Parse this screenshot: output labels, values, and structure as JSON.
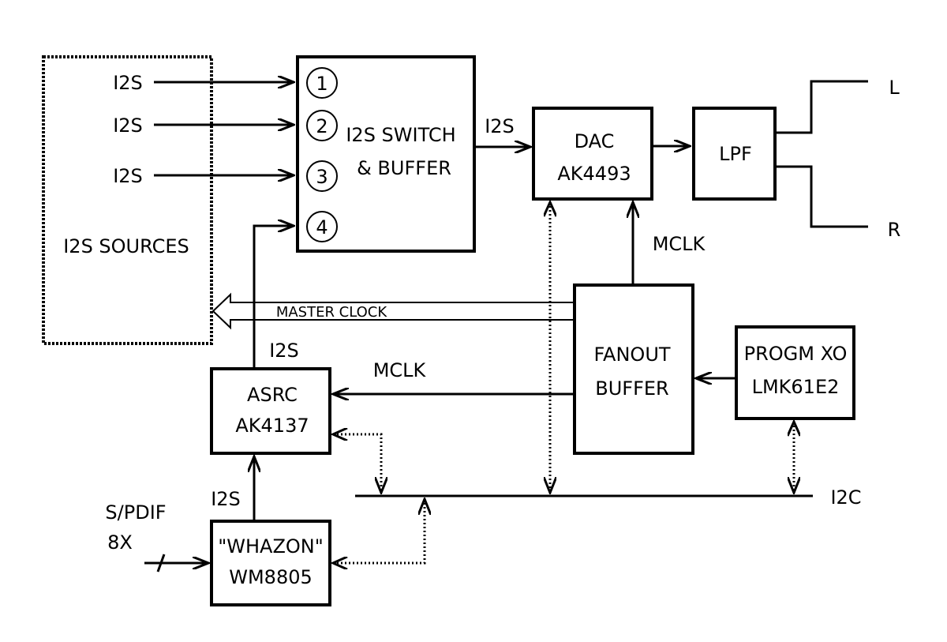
{
  "blocks": {
    "i2s_sources": "I2S SOURCES",
    "switch": {
      "line1": "I2S SWITCH",
      "line2": "& BUFFER"
    },
    "dac": {
      "line1": "DAC",
      "line2": "AK4493"
    },
    "lpf": "LPF",
    "fanout": {
      "line1": "FANOUT",
      "line2": "BUFFER"
    },
    "xo": {
      "line1": "PROGM XO",
      "line2": "LMK61E2"
    },
    "asrc": {
      "line1": "ASRC",
      "line2": "AK4137"
    },
    "receiver": {
      "line1": "\"WHAZON\"",
      "line2": "WM8805"
    }
  },
  "switch_inputs": [
    "1",
    "2",
    "3",
    "4"
  ],
  "labels": {
    "i2s_in_1": "I2S",
    "i2s_in_2": "I2S",
    "i2s_in_3": "I2S",
    "i2s_to_dac": "I2S",
    "i2s_from_asrc": "I2S",
    "i2s_to_asrc": "I2S",
    "mclk_to_dac": "MCLK",
    "mclk_to_asrc": "MCLK",
    "master_clock": "MASTER CLOCK",
    "i2c_bus": "I2C",
    "spdif_line1": "S/PDIF",
    "spdif_line2": "8X",
    "out_left": "L",
    "out_right": "R"
  }
}
